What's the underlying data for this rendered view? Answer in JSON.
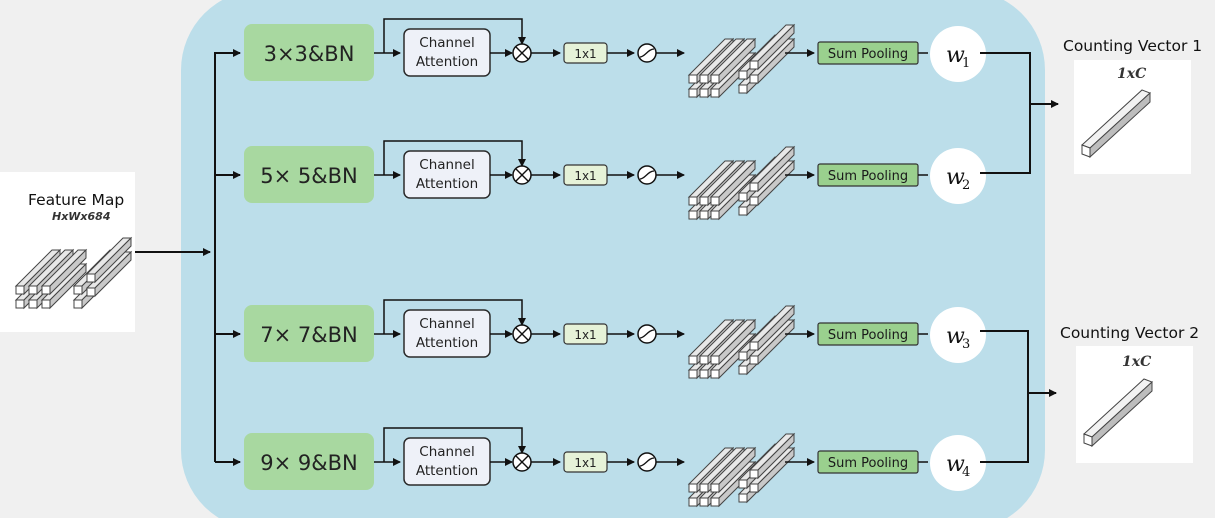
{
  "feature_map": {
    "title": "Feature Map",
    "subtitle": "HxWx684"
  },
  "branches": [
    {
      "conv_label": "3×3&BN",
      "ca_line1": "Channel",
      "ca_line2": "Attention",
      "conv1x1": "1x1",
      "pool_label": "Sum Pooling",
      "weight_symbol": "w",
      "weight_sub": "1"
    },
    {
      "conv_label": "5× 5&BN",
      "ca_line1": "Channel",
      "ca_line2": "Attention",
      "conv1x1": "1x1",
      "pool_label": "Sum Pooling",
      "weight_symbol": "w",
      "weight_sub": "2"
    },
    {
      "conv_label": "7× 7&BN",
      "ca_line1": "Channel",
      "ca_line2": "Attention",
      "conv1x1": "1x1",
      "pool_label": "Sum Pooling",
      "weight_symbol": "w",
      "weight_sub": "3"
    },
    {
      "conv_label": "9× 9&BN",
      "ca_line1": "Channel",
      "ca_line2": "Attention",
      "conv1x1": "1x1",
      "pool_label": "Sum Pooling",
      "weight_symbol": "w",
      "weight_sub": "4"
    }
  ],
  "outputs": [
    {
      "title": "Counting Vector 1",
      "subtitle": "1xC"
    },
    {
      "title": "Counting Vector 2",
      "subtitle": "1xC"
    }
  ],
  "colors": {
    "panel": "#bcdeea",
    "conv_box": "#a8d8a0",
    "pool_box": "#9ad08e",
    "small_box": "#e6f2d8",
    "ca_box": "#eef1f8"
  }
}
